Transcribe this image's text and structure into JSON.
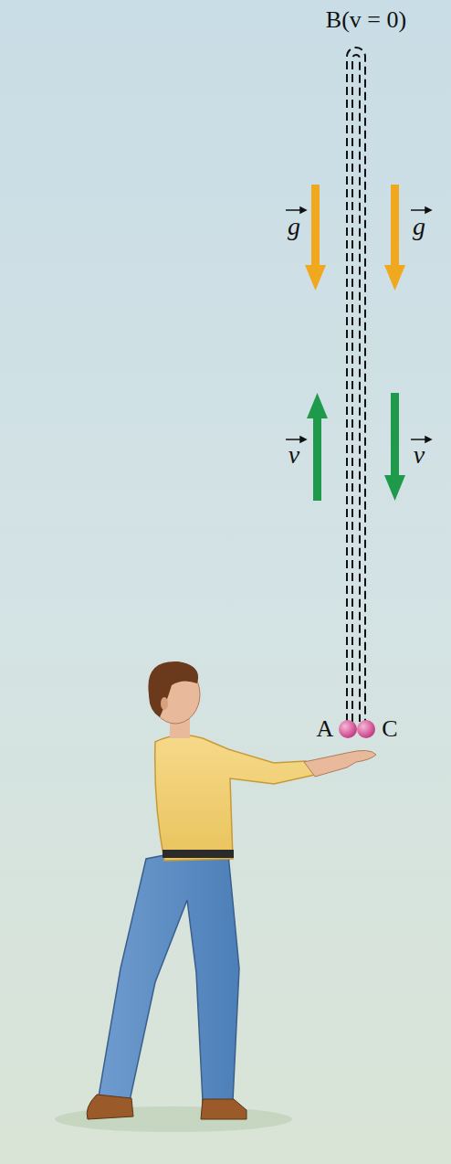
{
  "diagram": {
    "labels": [
      "B(v = 0)",
      "g",
      "g",
      "v",
      "v",
      "A",
      "C"
    ]
  }
}
